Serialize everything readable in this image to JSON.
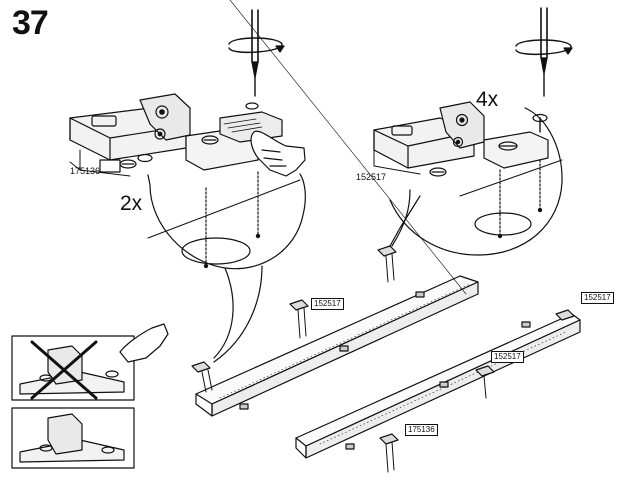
{
  "step": {
    "number": "37"
  },
  "callouts": {
    "left": {
      "quantity": "2x",
      "part_code": "175136"
    },
    "right": {
      "quantity": "4x",
      "part_code": "152517"
    }
  },
  "panel_labels": {
    "a": "152517",
    "b": "152517",
    "c": "152517",
    "d": "175136"
  }
}
